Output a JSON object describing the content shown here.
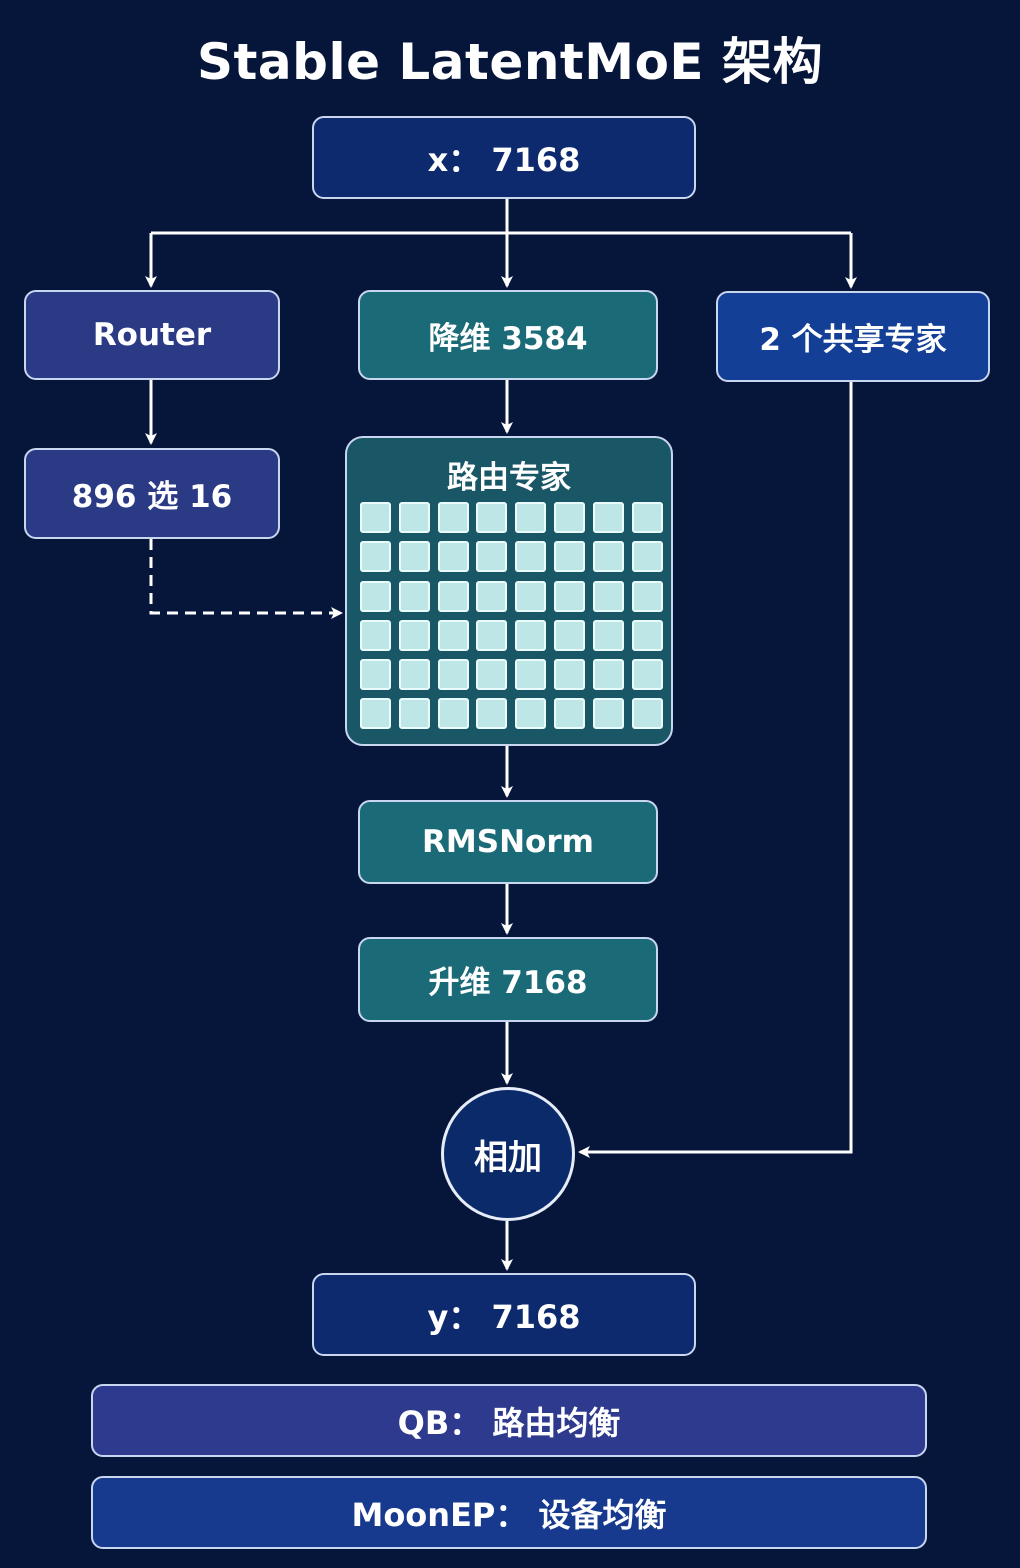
{
  "title": "Stable LatentMoE 架构",
  "nodes": {
    "input": "x： 7168",
    "router": "Router",
    "topk": "896 选 16",
    "down_proj": "降维 3584",
    "shared_experts": "2 个共享专家",
    "routed_experts": "路由专家",
    "rmsnorm": "RMSNorm",
    "up_proj": "升维 7168",
    "add": "相加",
    "output": "y： 7168"
  },
  "expert_grid": {
    "rows": 6,
    "cols": 8
  },
  "footer": {
    "qb": "QB： 路由均衡",
    "moonep": "MoonEP： 设备均衡"
  },
  "colors": {
    "background": "#06153a",
    "io_box": "#0d2a6e",
    "router_box": "#2a3a85",
    "teal_box": "#1b6a78",
    "shared_box": "#143f96",
    "expert_cell": "#bfe6e6",
    "line": "#ffffff"
  }
}
